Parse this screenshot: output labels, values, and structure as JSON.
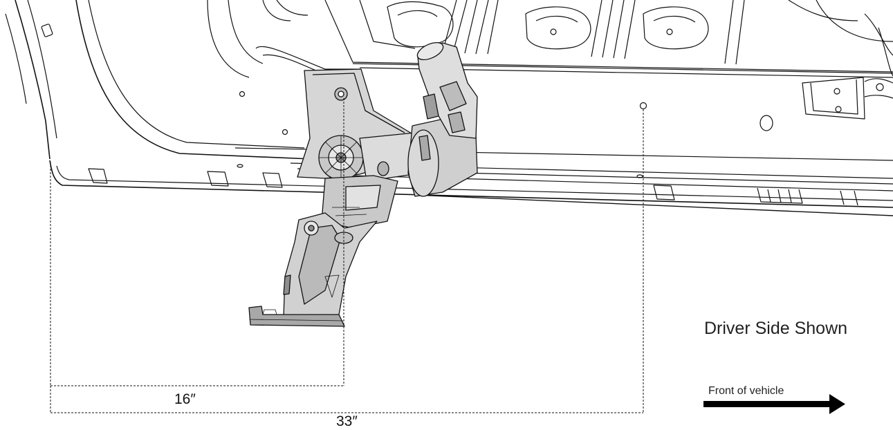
{
  "labels": {
    "dim_16": "16″",
    "dim_33": "33″",
    "driver_side": "Driver Side Shown",
    "front": "Front of vehicle"
  },
  "icons": {
    "front_arrow": "arrow-right-icon"
  },
  "colors": {
    "line": "#111111",
    "bracket_fill": "#d4d4d4",
    "bracket_shade": "#b8b8b8"
  }
}
